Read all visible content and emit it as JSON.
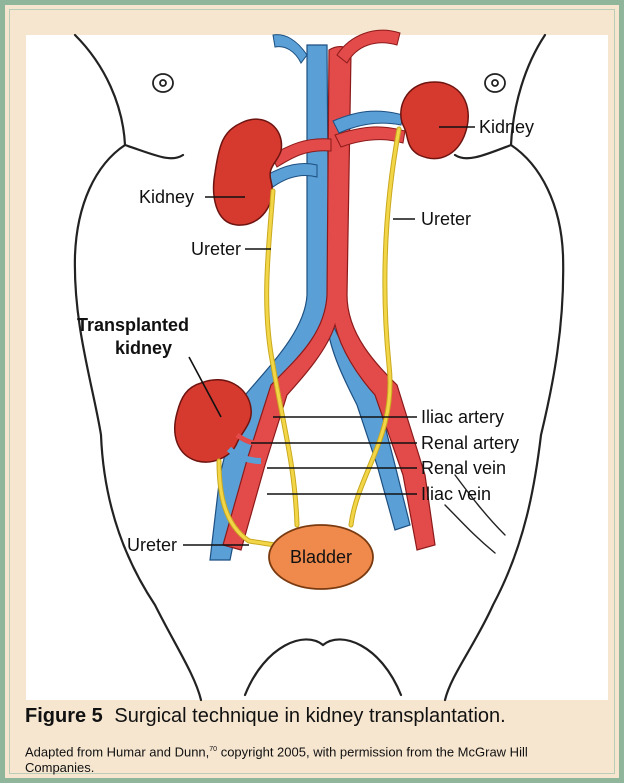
{
  "diagram": {
    "labels": {
      "kidney_right": "Kidney",
      "kidney_left": "Kidney",
      "ureter_left": "Ureter",
      "ureter_right": "Ureter",
      "transplanted_kidney_line1": "Transplanted",
      "transplanted_kidney_line2": "kidney",
      "iliac_artery": "Iliac artery",
      "renal_artery": "Renal artery",
      "renal_vein": "Renal vein",
      "iliac_vein": "Iliac vein",
      "ureter_transplant": "Ureter",
      "bladder": "Bladder"
    },
    "colors": {
      "artery": "#e34a4a",
      "vein": "#5a9fd6",
      "kidney": "#d63a2f",
      "ureter": "#f2d648",
      "bladder": "#ef8a4c",
      "frame": "#8fb59a",
      "caption_bg": "#f6e6d0"
    }
  },
  "caption": {
    "figure_label": "Figure 5",
    "title": "Surgical technique in kidney transplantation.",
    "note_before_ref": "Adapted from Humar and Dunn,",
    "ref_number": "70",
    "note_after_ref": " copyright 2005, with permission from the McGraw Hill Companies."
  }
}
